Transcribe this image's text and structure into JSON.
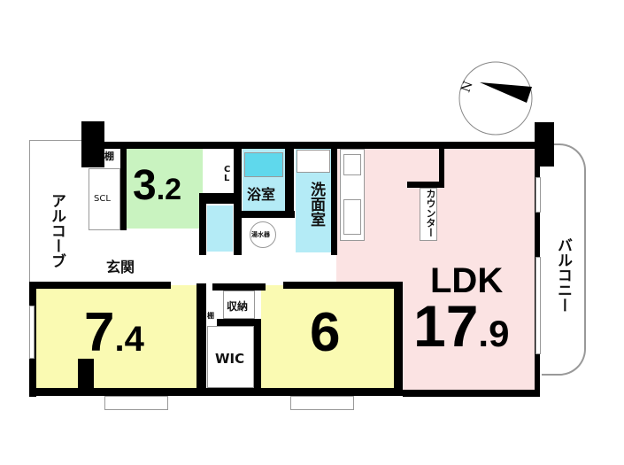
{
  "compass": {
    "label": "N"
  },
  "rooms": {
    "western_1": {
      "size_int": "3",
      "size_dec": ".2"
    },
    "western_2": {
      "size_int": "7",
      "size_dec": ".4"
    },
    "western_3": {
      "size": "6"
    },
    "ldk": {
      "name": "LDK",
      "size_int": "17",
      "size_dec": ".9"
    }
  },
  "labels": {
    "alcove": "アルコーブ",
    "scl": "SCL",
    "shelf_1": "棚",
    "shelf_2": "棚",
    "cl": "CL",
    "bath": "浴室",
    "washroom": "洗面室",
    "water_heater": "湯水器",
    "entrance": "玄関",
    "storage": "収納",
    "wic": "WIC",
    "counter": "カウンター",
    "balcony": "バルコニー"
  },
  "colors": {
    "western_1": "#c9f3c0",
    "western_other": "#fafab2",
    "ldk": "#fbe3e3",
    "wet": "#b4ebf6"
  }
}
